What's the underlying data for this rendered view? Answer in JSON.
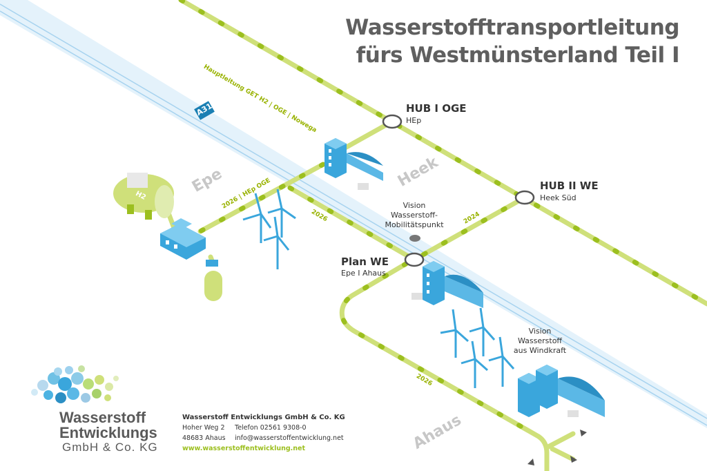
{
  "title": {
    "line1": "Wasserstofftransportleitung",
    "line2": "fürs Westmünsterland Teil I"
  },
  "highway": {
    "label": "A31"
  },
  "pipelines": {
    "main_line": "Hauptleitung GET H2 | OGE | Nowega",
    "epe_branch": "2026 | HEp OGE",
    "epe_plan": "2026",
    "hub_link": "2024",
    "ahaus_loop": "2026"
  },
  "hubs": {
    "hub1": {
      "name": "HUB I OGE",
      "sub": "HEp"
    },
    "hub2": {
      "name": "HUB II WE",
      "sub": "Heek Süd"
    },
    "plan": {
      "name": "Plan WE",
      "sub": "Epe I Ahaus"
    }
  },
  "visions": {
    "mobility": {
      "line1": "Vision",
      "line2": "Wasserstoff-",
      "line3": "Mobilitätspunkt"
    },
    "wind": {
      "line1": "Vision",
      "line2": "Wasserstoff",
      "line3": "aus Windkraft"
    }
  },
  "towns": {
    "epe": "Epe",
    "heek": "Heek",
    "ahaus": "Ahaus"
  },
  "tank": {
    "label": "H2"
  },
  "logo": {
    "line1": "Wasserstoff",
    "line2": "Entwicklungs",
    "line3": "GmbH & Co. KG"
  },
  "company": {
    "name": "Wasserstoff Entwicklungs GmbH & Co. KG",
    "street": "Hoher Weg 2",
    "city": "48683 Ahaus",
    "phone": "Telefon 02561 9308-0",
    "email": "info@wasserstoffentwicklung.net",
    "web": "www.wasserstoffentwicklung.net"
  },
  "colors": {
    "pipe": "#cfe07a",
    "pipe_dark": "#9cbf1f",
    "road": "#d6ecf8",
    "building": "#3aa6dc",
    "title": "#5f5f5f"
  }
}
